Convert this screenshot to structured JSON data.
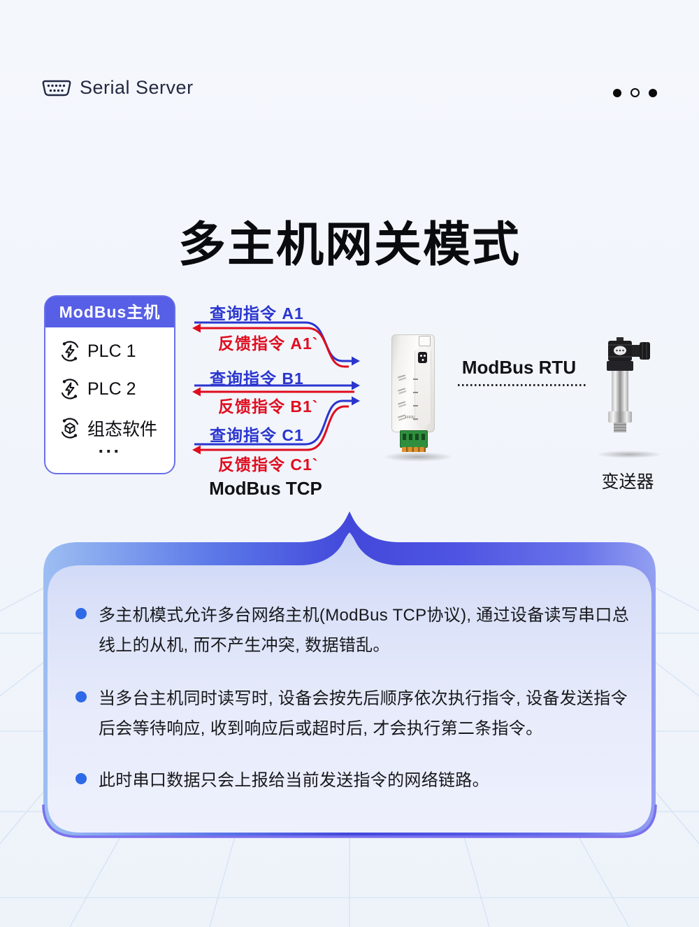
{
  "header": {
    "brand": "Serial Server",
    "pager_dots": [
      "filled",
      "outline",
      "filled"
    ]
  },
  "title": "多主机网关模式",
  "diagram": {
    "master_box": {
      "title": "ModBus主机",
      "items": [
        {
          "icon": "plc-icon",
          "label": "PLC 1"
        },
        {
          "icon": "plc-icon",
          "label": "PLC 2"
        },
        {
          "icon": "scada-software-icon",
          "label": "组态软件"
        }
      ],
      "more": "···"
    },
    "flows": [
      {
        "query": "查询指令 A1",
        "feedback": "反馈指令 A1`"
      },
      {
        "query": "查询指令 B1",
        "feedback": "反馈指令 B1`"
      },
      {
        "query": "查询指令 C1",
        "feedback": "反馈指令 C1`"
      }
    ],
    "tcp_label": "ModBus TCP",
    "rtu_label": "ModBus RTU",
    "transmitter_label": "变送器"
  },
  "info_panel": {
    "bullets": [
      "多主机模式允许多台网络主机(ModBus TCP协议), 通过设备读写串口总线上的从机, 而不产生冲突, 数据错乱。",
      "当多台主机同时读写时, 设备会按先后顺序依次执行指令, 设备发送指令后会等待响应, 收到响应后或超时后, 才会执行第二条指令。",
      "此时串口数据只会上报给当前发送指令的网络链路。"
    ]
  },
  "colors": {
    "query_blue": "#2a35cf",
    "feedback_red": "#e00d1f",
    "master_header_bg": "#575fe6",
    "bullet_blue": "#2e6ae7",
    "bubble_band_indigo": "#4a50de",
    "background": "#f1f5fb"
  }
}
